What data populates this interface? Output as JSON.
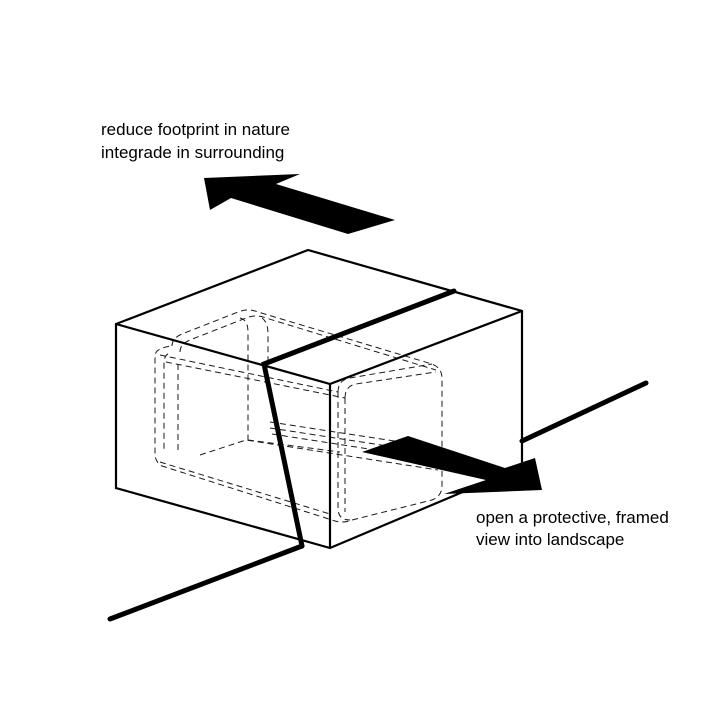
{
  "annotations": {
    "top_line1": "reduce footprint in nature",
    "top_line2": "integrade in surrounding",
    "bottom_line1": "open a protective, framed",
    "bottom_line2": "view into landscape"
  }
}
